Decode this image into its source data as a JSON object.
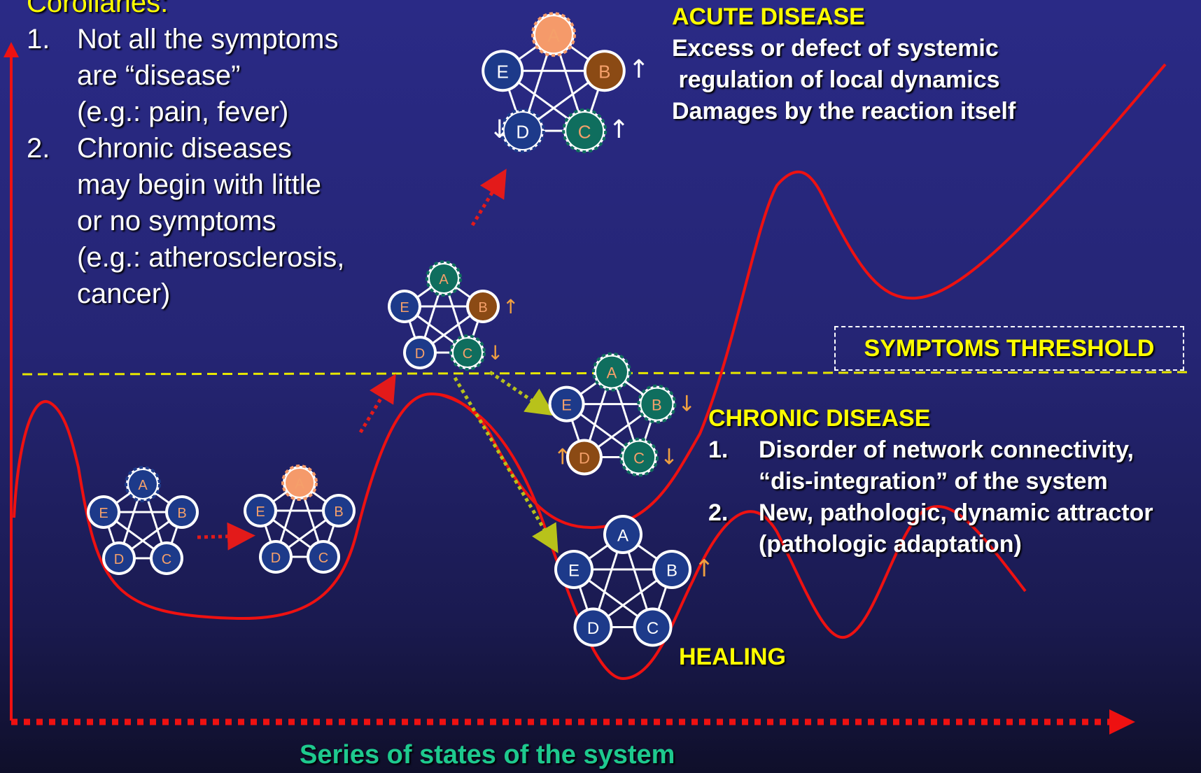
{
  "corollaries": {
    "heading": "Corollaries:",
    "item1_num": "1.",
    "item1_lines": [
      "Not all the symptoms",
      "are “disease”",
      "(e.g.: pain, fever)"
    ],
    "item2_num": "2.",
    "item2_lines": [
      "Chronic diseases",
      "may begin with little",
      "or  no symptoms",
      "(e.g.: atherosclerosis,",
      "cancer)"
    ]
  },
  "acute": {
    "title": "ACUTE DISEASE",
    "line1": "Excess or defect of systemic",
    "line2": " regulation of local dynamics",
    "line3": "Damages by the reaction itself"
  },
  "threshold": {
    "label": "SYMPTOMS THRESHOLD"
  },
  "chronic": {
    "title": "CHRONIC DISEASE",
    "item1_num": "1.",
    "item1_line1": "Disorder of network connectivity,",
    "item1_line2": "“dis-integration” of the system",
    "item2_num": "2.",
    "item2_line1": "New, pathologic, dynamic attractor",
    "item2_line2": "(pathologic adaptation)"
  },
  "healing": {
    "label": "HEALING"
  },
  "x_axis": {
    "label": "Series of states of the system"
  },
  "node_letters": [
    "A",
    "B",
    "C",
    "D",
    "E"
  ],
  "arrow_up": "↑",
  "arrow_down": "↓",
  "colors": {
    "curve": "#ee1111",
    "threshold_line": "#e6e600",
    "transition_red": "#e31a1a",
    "transition_olive": "#b8c21a",
    "node_navy": "#1d3a8a",
    "node_salmon": "#f59a6a",
    "node_brown": "#8b4a14",
    "node_teal": "#0f6e5e",
    "x_label": "#1ec98e",
    "heading_yellow": "#ffff00"
  },
  "networks": [
    {
      "id": "state-1",
      "nodes": {
        "A": "navy-dashed",
        "B": "navy",
        "C": "navy",
        "D": "navy",
        "E": "navy"
      }
    },
    {
      "id": "state-2",
      "nodes": {
        "A": "salmon-dashed",
        "B": "navy",
        "C": "navy",
        "D": "navy",
        "E": "navy"
      }
    },
    {
      "id": "state-threshold",
      "nodes": {
        "A": "teal-dashed",
        "B": "brown",
        "C": "teal-dashed",
        "D": "navy",
        "E": "navy"
      },
      "arrows": {
        "B": "up",
        "C": "down"
      }
    },
    {
      "id": "state-acute",
      "nodes": {
        "A": "salmon-dashed",
        "B": "brown",
        "C": "teal-dashed",
        "D": "navy-dashed",
        "E": "navy"
      },
      "arrows": {
        "B": "up",
        "C": "up",
        "D": "down"
      }
    },
    {
      "id": "state-chronic",
      "nodes": {
        "A": "teal-dashed",
        "B": "teal-dashed",
        "C": "teal-dashed",
        "D": "brown",
        "E": "navy"
      },
      "arrows": {
        "B": "down",
        "C": "down",
        "D": "up"
      }
    },
    {
      "id": "state-healing",
      "nodes": {
        "A": "navy",
        "B": "navy",
        "C": "navy",
        "D": "navy",
        "E": "navy"
      },
      "arrows": {
        "B": "up"
      }
    }
  ]
}
